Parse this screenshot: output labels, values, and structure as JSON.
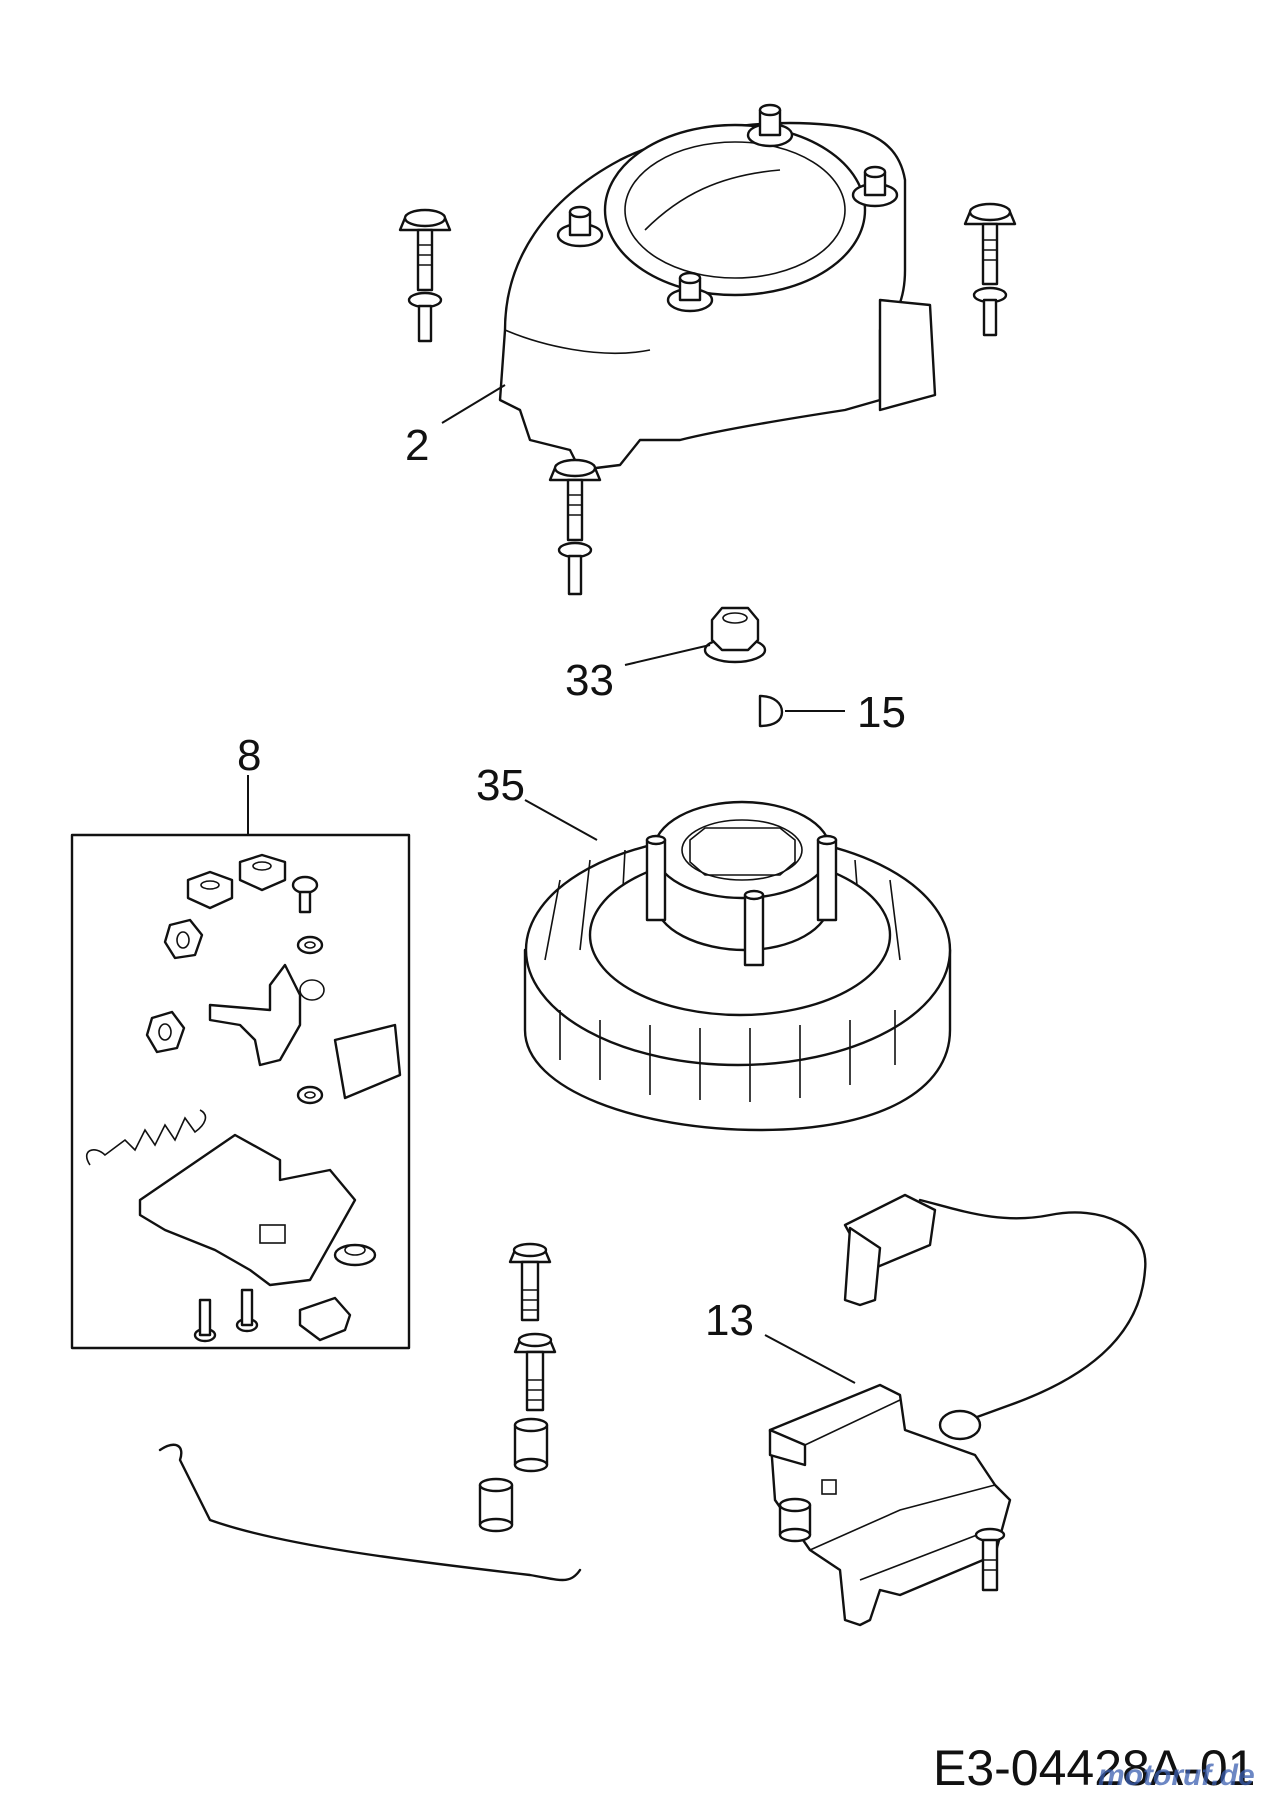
{
  "callouts": {
    "p2": "2",
    "p33": "33",
    "p15": "15",
    "p8": "8",
    "p35": "35",
    "p13": "13"
  },
  "reference_code": "E3-04428A-01",
  "watermark": "motoruf.de",
  "colors": {
    "line": "#111111",
    "background": "#ffffff",
    "watermark": "#3b5fb0"
  }
}
